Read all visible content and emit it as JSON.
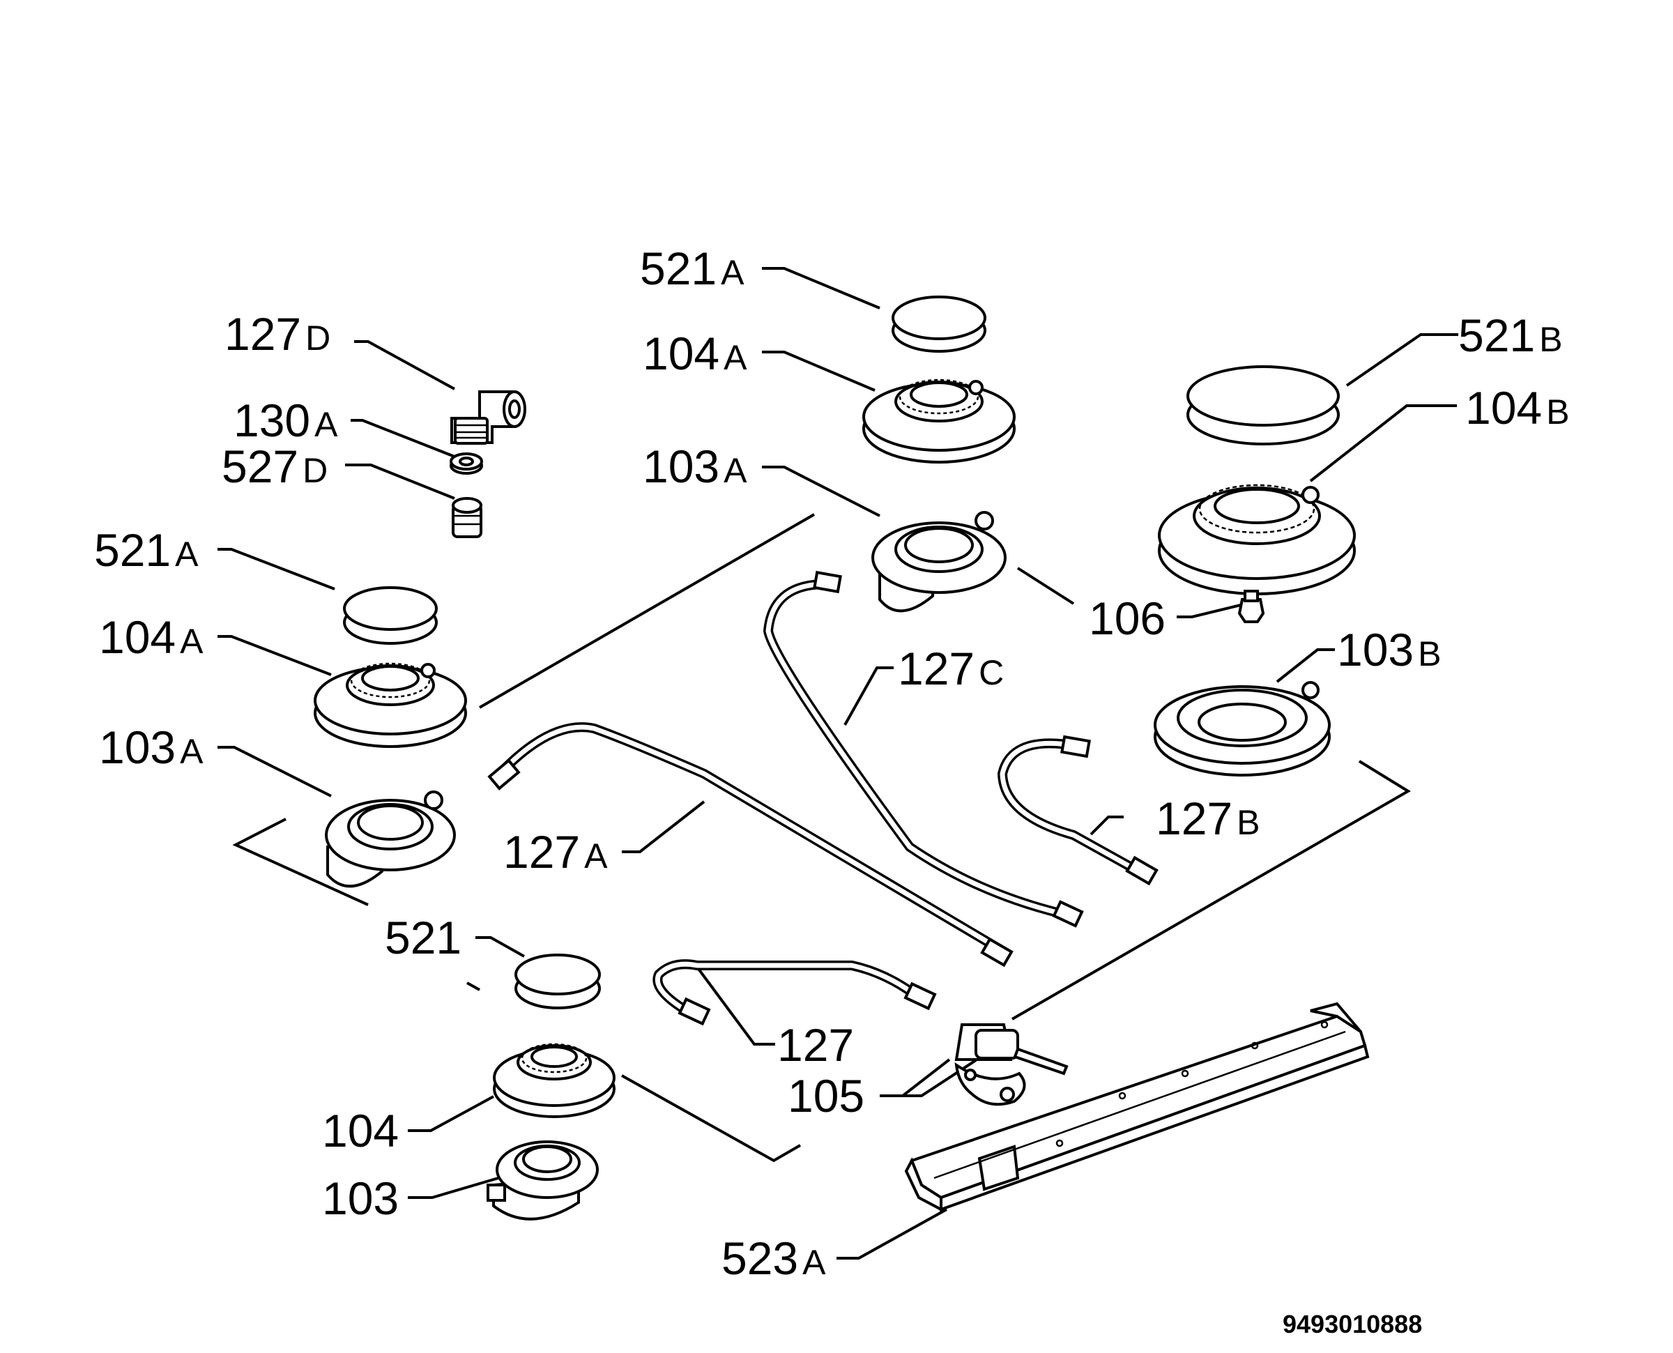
{
  "diagram": {
    "document_number": "9493010888",
    "labels": [
      {
        "num": "521",
        "suffix": "A"
      },
      {
        "num": "127",
        "suffix": "D"
      },
      {
        "num": "104",
        "suffix": "A"
      },
      {
        "num": "521",
        "suffix": "B"
      },
      {
        "num": "104",
        "suffix": "B"
      },
      {
        "num": "130",
        "suffix": "A"
      },
      {
        "num": "527",
        "suffix": "D"
      },
      {
        "num": "103",
        "suffix": "A"
      },
      {
        "num": "521",
        "suffix": "A"
      },
      {
        "num": "106",
        "suffix": ""
      },
      {
        "num": "104",
        "suffix": "A"
      },
      {
        "num": "127",
        "suffix": "C"
      },
      {
        "num": "103",
        "suffix": "B"
      },
      {
        "num": "103",
        "suffix": "A"
      },
      {
        "num": "127",
        "suffix": "B"
      },
      {
        "num": "127",
        "suffix": "A"
      },
      {
        "num": "521",
        "suffix": ""
      },
      {
        "num": "127",
        "suffix": ""
      },
      {
        "num": "105",
        "suffix": ""
      },
      {
        "num": "104",
        "suffix": ""
      },
      {
        "num": "103",
        "suffix": ""
      },
      {
        "num": "523",
        "suffix": "A"
      }
    ]
  }
}
